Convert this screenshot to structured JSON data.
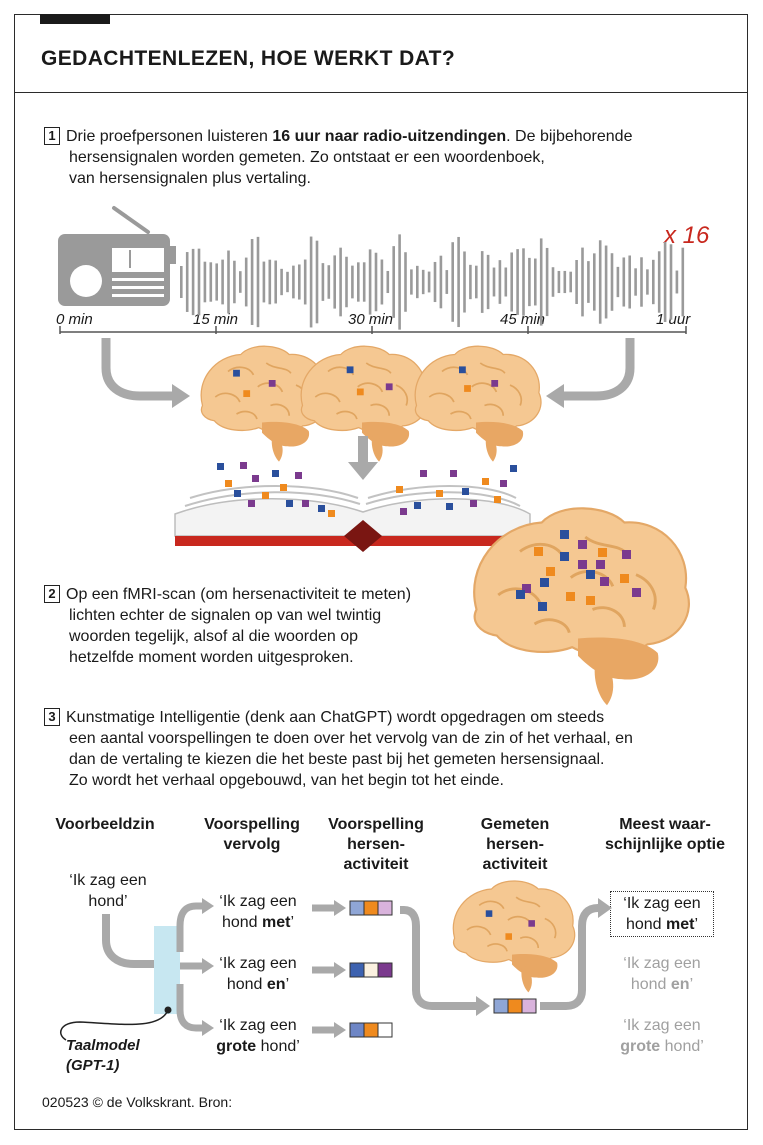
{
  "title": "GEDACHTENLEZEN, HOE WERKT DAT?",
  "step1": {
    "number": "1",
    "text_before": "Drie proefpersonen luisteren ",
    "text_bold": "16 uur naar radio-uitzendingen",
    "text_after": ". De bijbehorende",
    "line2": "hersensignalen worden gemeten. Zo ontstaat er een woordenboek,",
    "line3": "van hersensignalen plus vertaling."
  },
  "timeline": {
    "repeat_label": "x 16",
    "ticks": [
      "0 min",
      "15 min",
      "30 min",
      "45 min",
      "1 uur"
    ]
  },
  "step2": {
    "number": "2",
    "lines": [
      "Op een fMRI-scan (om hersenactiviteit te meten)",
      "lichten echter de signalen op van wel twintig",
      "woorden tegelijk, alsof al die woorden op",
      "hetzelfde moment worden uitgesproken."
    ]
  },
  "step3": {
    "number": "3",
    "lines": [
      "Kunstmatige Intelligentie (denk aan ChatGPT)  wordt opgedragen om steeds",
      "een aantal voorspellingen te doen over het vervolg van de zin of het verhaal, en",
      "dan de vertaling te kiezen die het beste past bij het gemeten hersensignaal.",
      "Zo wordt het verhaal opgebouwd, van het begin tot het einde."
    ]
  },
  "columns": {
    "example": "Voorbeeldzin",
    "prediction_1": "Voorspelling",
    "prediction_2": "vervolg",
    "activity_1": "Voorspelling",
    "activity_2": "hersen-",
    "activity_3": "activiteit",
    "measured_1": "Gemeten",
    "measured_2": "hersen-",
    "measured_3": "activiteit",
    "likely_1": "Meest waar-",
    "likely_2": "schijnlijke optie"
  },
  "example_sentence": {
    "line1": "‘Ik zag een",
    "line2": "hond’"
  },
  "options": [
    {
      "line1": "‘Ik zag een",
      "pre": "hond ",
      "bold": "met",
      "post": "’"
    },
    {
      "line1": "‘Ik zag een",
      "pre": "hond ",
      "bold": "en",
      "post": "’"
    },
    {
      "line1": "‘Ik zag een",
      "pre": "",
      "bold": "grote",
      "post": " hond’"
    }
  ],
  "model_label": {
    "line1": "Taalmodel",
    "line2": "(GPT-1)"
  },
  "footer": "020523 © de Volkskrant. Bron:",
  "colors": {
    "blue": "#2a4f9c",
    "orange": "#ef8a1e",
    "purple": "#7b3a8e",
    "red": "#c8281e",
    "brain": "#f5c892",
    "arrow": "#a9a9a9",
    "model_box": "#c7e7f1"
  }
}
